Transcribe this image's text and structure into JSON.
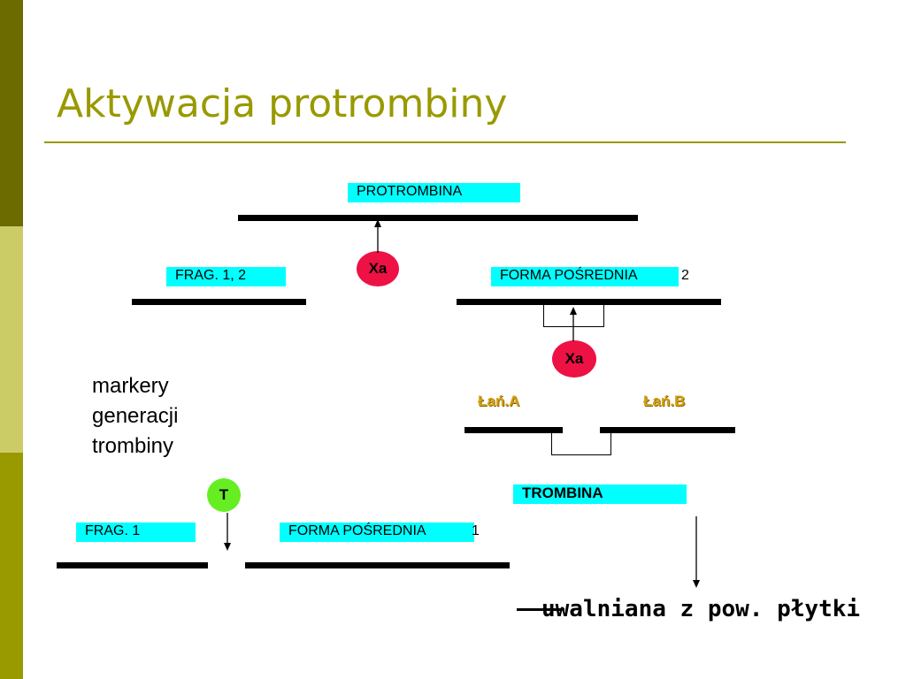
{
  "slide": {
    "title": "Aktywacja protrombiny"
  },
  "diagram": {
    "protrombina": "PROTROMBINA",
    "enzyme_xa_1": "Xa",
    "frag_1_2": "FRAG. 1, 2",
    "forma_posrednia_2": "FORMA POŚREDNIA",
    "forma_posrednia_2_suffix": "2",
    "enzyme_xa_2": "Xa",
    "chain_a": "Łań.A",
    "chain_b": "Łań.B",
    "markers_line1": "markery",
    "markers_line2": "generacji",
    "markers_line3": "trombiny",
    "enzyme_t": "T",
    "trombina": "TROMBINA",
    "frag_1": "FRAG. 1",
    "forma_posrednia_1": "FORMA POŚREDNIA",
    "forma_posrednia_1_suffix": "1",
    "release_note": "uwalniana z pow. płytki"
  },
  "colors": {
    "accent_olive": "#999900",
    "label_cyan": "#00ffff",
    "enzyme_red": "#ee1144",
    "enzyme_green": "#66ee22",
    "chain_gold": "#d4a017"
  }
}
